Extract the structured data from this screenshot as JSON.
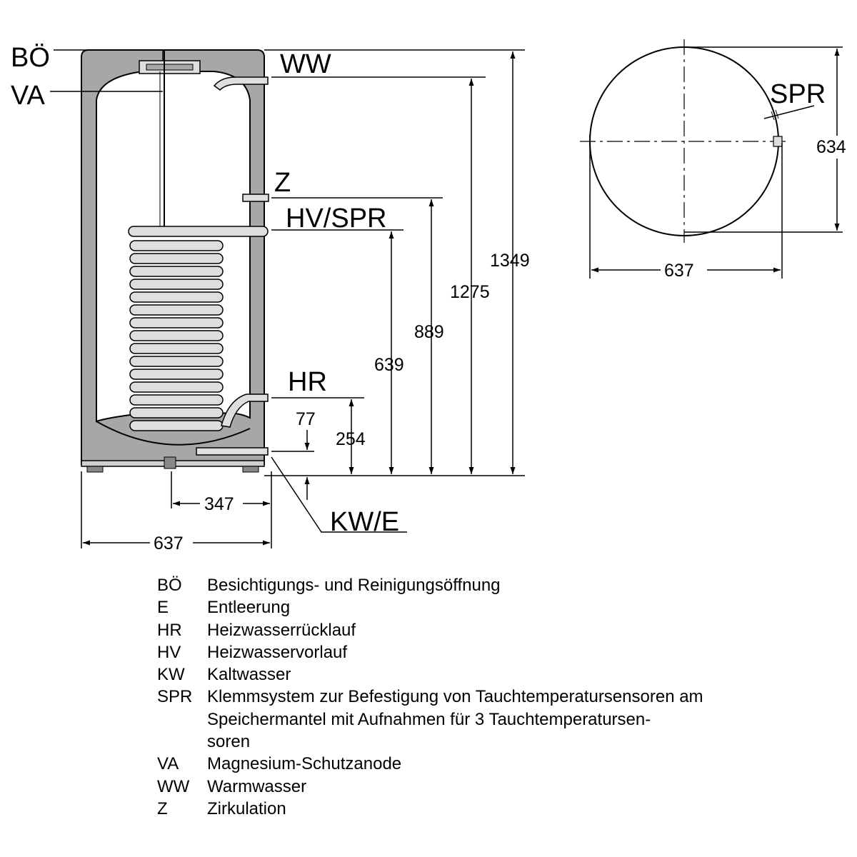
{
  "labels": {
    "bo": "BÖ",
    "va": "VA",
    "ww": "WW",
    "z": "Z",
    "hv_spr": "HV/SPR",
    "hr": "HR",
    "kw_e": "KW/E",
    "spr": "SPR"
  },
  "dimensions": {
    "height_total": "1349",
    "height_ww": "1275",
    "height_z": "889",
    "height_hv": "639",
    "height_hr": "254",
    "height_kw": "77",
    "offset_drain": "347",
    "width_side": "637",
    "width_top": "637",
    "depth_top": "634"
  },
  "legend": [
    {
      "code": "BÖ",
      "desc": "Besichtigungs- und Reinigungsöffnung"
    },
    {
      "code": "E",
      "desc": "Entleerung"
    },
    {
      "code": "HR",
      "desc": "Heizwasserrücklauf"
    },
    {
      "code": "HV",
      "desc": "Heizwasservorlauf"
    },
    {
      "code": "KW",
      "desc": "Kaltwasser"
    },
    {
      "code": "SPR",
      "desc": "Klemmsystem zur Befestigung von Tauchtemperatursensoren am Speichermantel mit Aufnahmen für 3 Tauchtemperatursen-\nsoren"
    },
    {
      "code": "VA",
      "desc": "Magnesium-Schutzanode"
    },
    {
      "code": "WW",
      "desc": "Warmwasser"
    },
    {
      "code": "Z",
      "desc": "Zirkulation"
    }
  ],
  "colors": {
    "insulation": "#a7a7a7",
    "coil": "#dedede",
    "outline": "#000000"
  }
}
